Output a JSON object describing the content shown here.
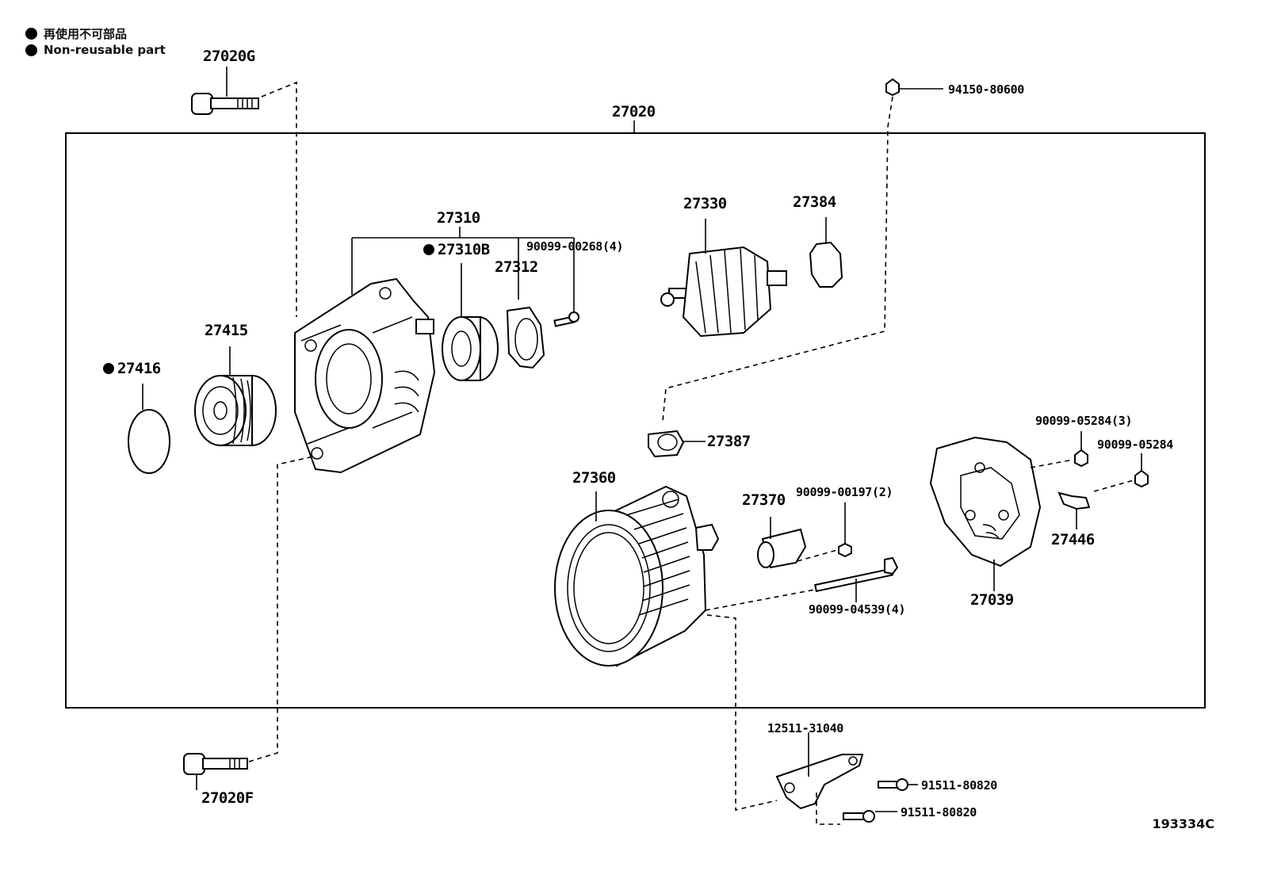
{
  "legend": {
    "japanese": "再使用不可部品",
    "english": "Non-reusable part"
  },
  "labels": {
    "p27020G": "27020G",
    "p27020": "27020",
    "p94150_80600": "94150-80600",
    "p27310": "27310",
    "p27310B": "27310B",
    "p90099_00268": "90099-00268(4)",
    "p27312": "27312",
    "p27330": "27330",
    "p27384": "27384",
    "p27415": "27415",
    "p27416": "27416",
    "p27387": "27387",
    "p27360": "27360",
    "p27370": "27370",
    "p90099_00197": "90099-00197(2)",
    "p90099_04539": "90099-04539(4)",
    "p90099_05284_3": "90099-05284(3)",
    "p90099_05284": "90099-05284",
    "p27446": "27446",
    "p27039": "27039",
    "p27020F": "27020F",
    "p12511_31040": "12511-31040",
    "p91511_80820_a": "91511-80820",
    "p91511_80820_b": "91511-80820"
  },
  "illustration_code": "193334C",
  "non_reusable_parts": [
    "27310B",
    "27416"
  ]
}
